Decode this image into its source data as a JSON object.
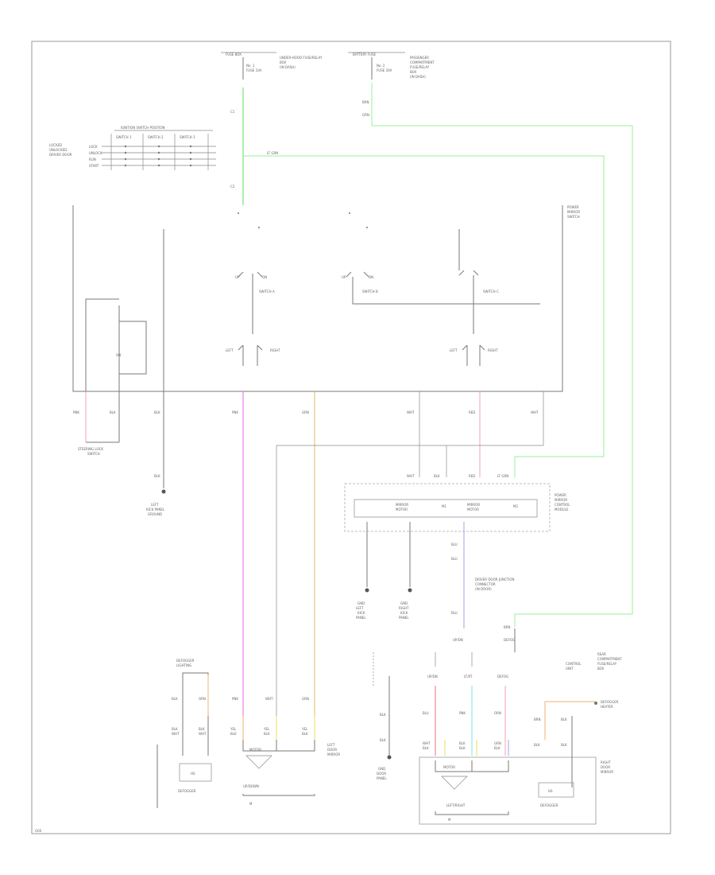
{
  "texts": {
    "fusebox_left": "FUSE BOX",
    "fusebox_left_desc": [
      "UNDER-HOOD FUSE/RELAY",
      "BOX",
      "(IN DASH)"
    ],
    "fusebox_left_fuse": [
      "No. 1",
      "FUSE 10A"
    ],
    "fusebox_right": "BATTERY FUSE",
    "fusebox_right_desc": [
      "PASSENGER",
      "COMPARTMENT",
      "FUSE/RELAY",
      "BOX",
      "(IN DASH)"
    ],
    "fusebox_right_fuse": [
      "No. 2",
      "FUSE 20A"
    ],
    "ignition_position": "IGNITION SWITCH POSITION",
    "ignition_cols": [
      "SWITCH 1",
      "SWITCH 2",
      "SWITCH 3"
    ],
    "ignition_side": [
      "LOCKED",
      "UNLOCKED",
      "DRIVER DOOR"
    ],
    "ignition_rows": [
      "LOCK",
      "UNLOCK",
      "RUN",
      "START"
    ],
    "power_mirror_switch": [
      "POWER",
      "MIRROR",
      "SWITCH"
    ],
    "switch_labels": [
      "SWITCH A",
      "SWITCH B",
      "SWITCH C"
    ],
    "left_right": [
      "LEFT",
      "RIGHT",
      "LEFT",
      "RIGHT"
    ],
    "wire_colors_top": [
      "PNK",
      "BLK",
      "BLK",
      "PNK",
      "GRN",
      "WHT",
      "RED",
      "WHT"
    ],
    "steering_lock": [
      "STEERING LOCK",
      "SWITCH"
    ],
    "left_kick_ground": [
      "LEFT",
      "KICK PANEL",
      "GROUND"
    ],
    "power_mirror_control": [
      "POWER",
      "MIRROR",
      "CONTROL",
      "MODULE"
    ],
    "control_cells": [
      "MIRROR",
      "MOTOR",
      "M1",
      "MIRROR",
      "MOTOR",
      "M2"
    ],
    "ground_left": [
      "GND",
      "LEFT",
      "KICK",
      "PANEL"
    ],
    "ground_right": [
      "GND",
      "RIGHT",
      "KICK",
      "PANEL"
    ],
    "driver_door_junction": [
      "DRIVER DOOR JUNCTION",
      "CONNECTOR",
      "(IN DOOR)"
    ],
    "left_mirror": [
      "LEFT",
      "DOOR",
      "MIRROR"
    ],
    "right_mirror": [
      "RIGHT",
      "DOOR",
      "MIRROR"
    ],
    "heated": [
      "DEFOGGER",
      "LIGHTING"
    ],
    "defogger": "DEFOGGER",
    "motor": "MOTOR",
    "up_down": "UP/DOWN",
    "left_right_m": "LEFT/RIGHT",
    "control_unit": [
      "CONTROL",
      "UNIT"
    ],
    "rear_comp": [
      "REAR",
      "COMPARTMENT",
      "FUSE/RELAY",
      "BOX"
    ],
    "heater_unit": [
      "DEFOGGER",
      "HEATER"
    ],
    "bottom_labels": [
      "UP/DN",
      "LT/RT",
      "DEFOG"
    ],
    "wire_colors_bottom": [
      "BLU",
      "PNK",
      "ORN",
      "WHT",
      "BLK",
      "GRN",
      "RED",
      "YEL",
      "BLK",
      "WHT"
    ],
    "corner_tag": "G00"
  }
}
